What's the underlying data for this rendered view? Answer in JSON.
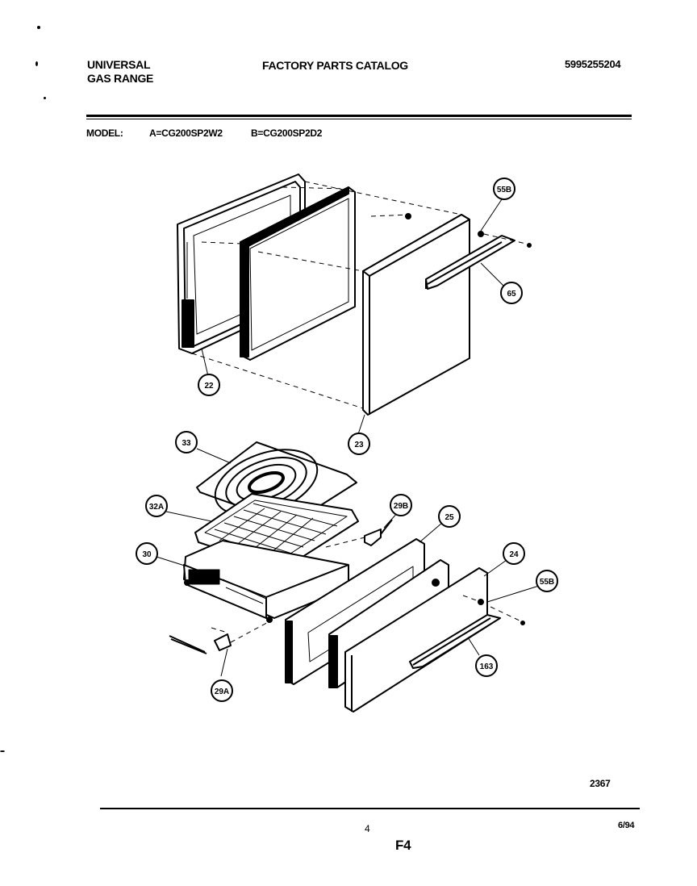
{
  "header": {
    "brand_line1": "UNIVERSAL",
    "brand_line2": "GAS RANGE",
    "catalog_title": "FACTORY PARTS CATALOG",
    "part_number": "5995255204"
  },
  "model": {
    "label": "MODEL:",
    "model_a": "A=CG200SP2W2",
    "model_b": "B=CG200SP2D2"
  },
  "callouts": {
    "p22": "22",
    "p23": "23",
    "p65": "65",
    "p55b_top": "55B",
    "p33": "33",
    "p32a": "32A",
    "p30": "30",
    "p29b": "29B",
    "p25": "25",
    "p24": "24",
    "p55b_bottom": "55B",
    "p163": "163",
    "p29a": "29A"
  },
  "footer": {
    "drawing_number": "2367",
    "page_number": "4",
    "date": "6/94",
    "figure": "F4"
  }
}
